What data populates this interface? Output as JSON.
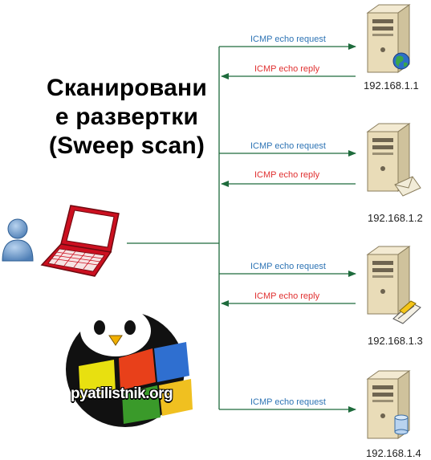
{
  "title": {
    "line1": "Сканировани",
    "line2": "е развертки",
    "line3": "(Sweep scan)"
  },
  "labels": {
    "request": "ICMP echo request",
    "reply": "ICMP echo reply"
  },
  "hosts": [
    {
      "ip": "192.168.1.1",
      "badge": "globe-icon"
    },
    {
      "ip": "192.168.1.2",
      "badge": "mail-icon"
    },
    {
      "ip": "192.168.1.3",
      "badge": "printer-icon"
    },
    {
      "ip": "192.168.1.4",
      "badge": "database-icon"
    }
  ],
  "brand": "pyatilistnik.org",
  "colors": {
    "line": "#1e6b3c",
    "request_text": "#2e74b5",
    "reply_text": "#e03030",
    "laptop": "#cc1020",
    "server": "#e9dcb8"
  }
}
